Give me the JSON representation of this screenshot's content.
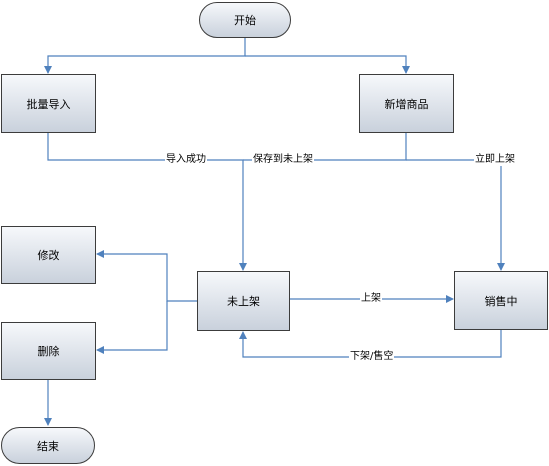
{
  "nodes": {
    "start": "开始",
    "batch_import": "批量导入",
    "new_product": "新增商品",
    "modify": "修改",
    "delete": "删除",
    "unlisted": "未上架",
    "on_sale": "销售中",
    "end": "结束"
  },
  "edge_labels": {
    "import_success": "导入成功",
    "save_to_unlisted": "保存到未上架",
    "list_immediately": "立即上架",
    "list": "上架",
    "delist_sold_out": "下架/售空"
  },
  "colors": {
    "connector": "#4f81bd",
    "node_border": "#3c3c3c",
    "node_fill_top": "#f6f8fb",
    "node_fill_bottom": "#c9d1dc"
  }
}
